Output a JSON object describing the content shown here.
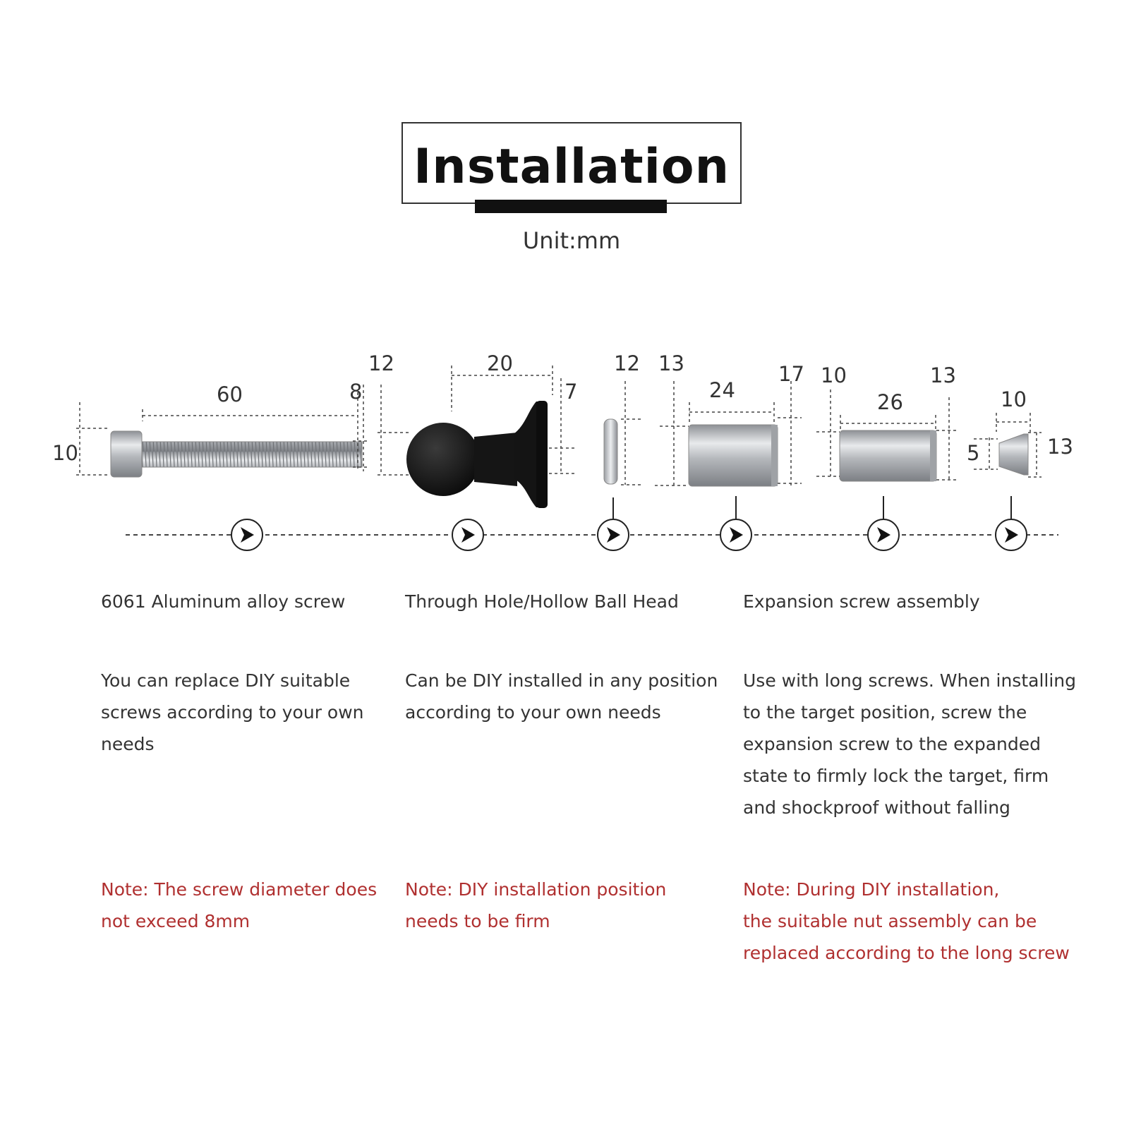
{
  "header": {
    "title": "Installation",
    "unit": "Unit:mm"
  },
  "dimensions": {
    "screw_diameter": "10",
    "screw_length": "60",
    "screw_thread": "8",
    "ball_height": "12",
    "ball_width": "20",
    "ball_base": "7",
    "washer_height": "12",
    "sleeve1_inner": "13",
    "sleeve1_length": "24",
    "sleeve1_outer": "17",
    "sleeve2_inner": "10",
    "sleeve2_length": "26",
    "sleeve2_outer": "13",
    "nut_top": "10",
    "nut_small": "5",
    "nut_large": "13"
  },
  "columns": [
    {
      "heading": "6061 Aluminum alloy screw",
      "description": [
        "You can replace DIY suitable",
        "screws according to your own",
        "needs"
      ],
      "note": [
        "Note: The screw diameter does",
        "not exceed 8mm"
      ]
    },
    {
      "heading": "Through Hole/Hollow Ball Head",
      "description": [
        "Can be DIY installed in any position",
        "according to your own needs"
      ],
      "note": [
        "Note: DIY installation position",
        "needs to be firm"
      ]
    },
    {
      "heading": "Expansion screw assembly",
      "description": [
        "Use with long screws. When installing",
        "to the target position, screw the",
        "expansion screw to the expanded",
        "state to firmly lock the target, firm",
        "and shockproof without falling"
      ],
      "note": [
        "Note: During DIY installation,",
        "the suitable nut assembly can be",
        "replaced according to the long screw"
      ]
    }
  ],
  "colors": {
    "note_red": "#b03030",
    "text": "#333333",
    "metal": "#b9bcc0",
    "ball": "#111111"
  }
}
